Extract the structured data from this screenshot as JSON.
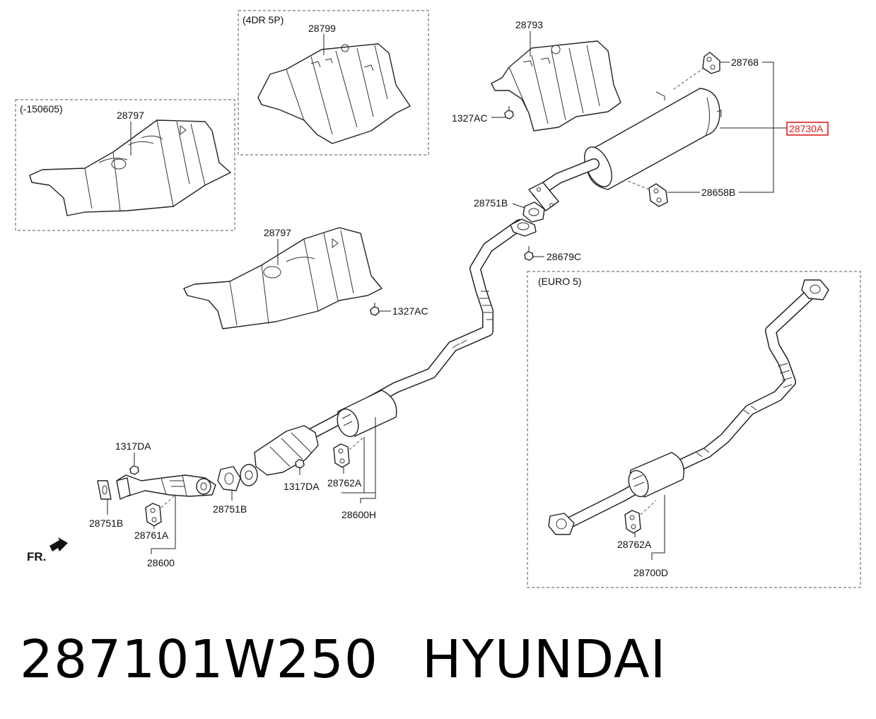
{
  "groups": {
    "variant_150605": "(-150605)",
    "variant_4dr5p": "(4DR 5P)",
    "variant_euro5": "(EURO 5)"
  },
  "labels": {
    "shield_28797_top": "28797",
    "shield_28799": "28799",
    "shield_28793": "28793",
    "shield_28797_mid": "28797",
    "nut_1327ac_top": "1327AC",
    "nut_1327ac_mid": "1327AC",
    "hanger_28768": "28768",
    "muffler_28730a": "28730A",
    "hanger_28658b": "28658B",
    "gasket_28751b_top": "28751B",
    "nut_28679c": "28679C",
    "nut_1317da_left": "1317DA",
    "nut_1317da_mid": "1317DA",
    "gasket_28751b_left": "28751B",
    "gasket_28751b_mid": "28751B",
    "hanger_28761a": "28761A",
    "pipe_28600": "28600",
    "hanger_28762a": "28762A",
    "pipe_28600h": "28600H",
    "hanger_28762a_euro": "28762A",
    "pipe_28700d": "28700D",
    "front_marker": "FR."
  },
  "caption": {
    "part_number": "287101W250",
    "brand": "HYUNDAI"
  },
  "colors": {
    "highlight": "#e02020",
    "line": "#222222"
  }
}
